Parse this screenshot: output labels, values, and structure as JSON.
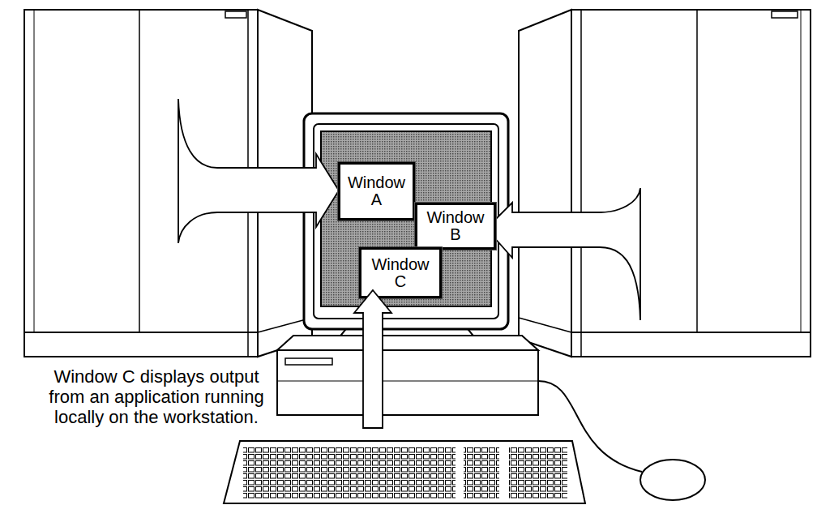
{
  "diagram": {
    "nodes": [
      {
        "text": [
          "Window A"
        ]
      },
      {
        "text": [
          "Window B"
        ]
      },
      {
        "text": [
          "Window C"
        ]
      }
    ],
    "labels": [
      "Window C displays output from an application running locally on the workstation."
    ]
  }
}
